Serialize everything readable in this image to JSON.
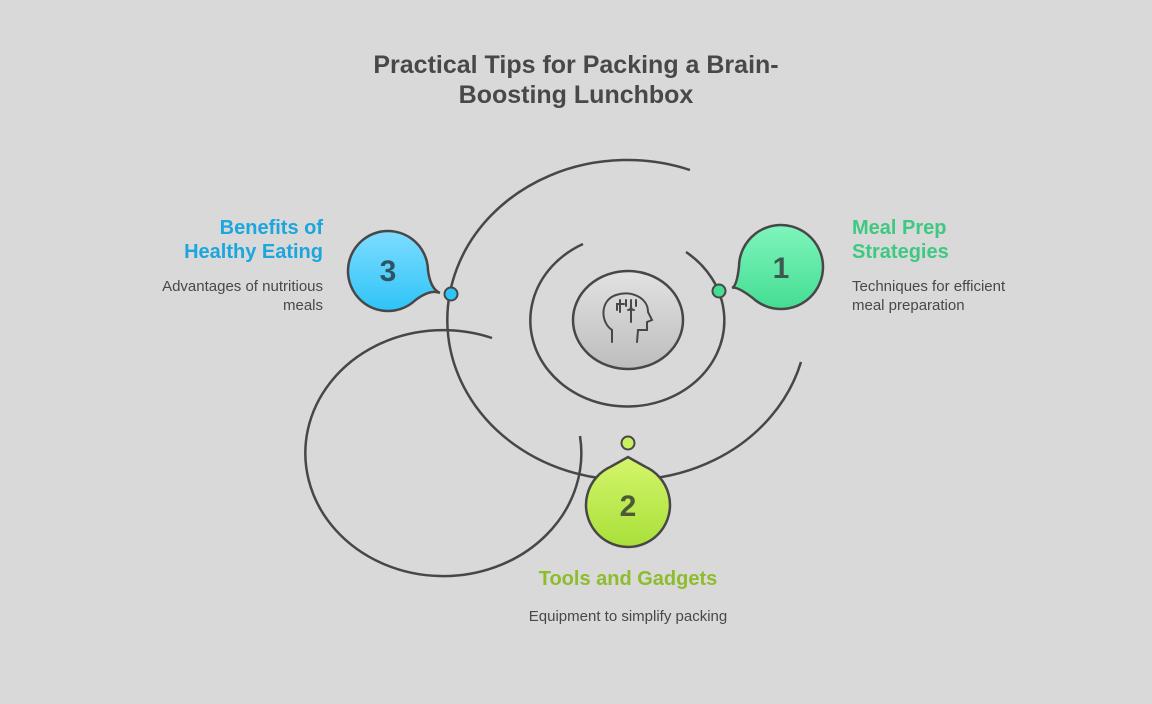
{
  "title": {
    "line1": "Practical Tips for Packing a Brain-",
    "line2": "Boosting Lunchbox"
  },
  "center_icon": "head-with-fork-knife-icon",
  "items": [
    {
      "number": "1",
      "heading": "Meal Prep Strategies",
      "heading_line1": "Meal Prep",
      "heading_line2": "Strategies",
      "desc_line1": "Techniques for efficient",
      "desc_line2": "meal preparation",
      "color": "#3ec983",
      "fill_top": "#7ff5bd",
      "fill_bottom": "#44dd92"
    },
    {
      "number": "2",
      "heading": "Tools and Gadgets",
      "desc_line1": "Equipment to simplify packing",
      "color": "#8dbd2c",
      "fill_top": "#d4f56a",
      "fill_bottom": "#a8e03a"
    },
    {
      "number": "3",
      "heading": "Benefits of Healthy Eating",
      "heading_line1": "Benefits of",
      "heading_line2": "Healthy Eating",
      "desc_line1": "Advantages of nutritious",
      "desc_line2": "meals",
      "color": "#1ba6dc",
      "fill_top": "#7fdcff",
      "fill_bottom": "#2ec4f7"
    }
  ],
  "colors": {
    "background": "#d9d9d9",
    "line": "#474747",
    "text": "#484848"
  }
}
